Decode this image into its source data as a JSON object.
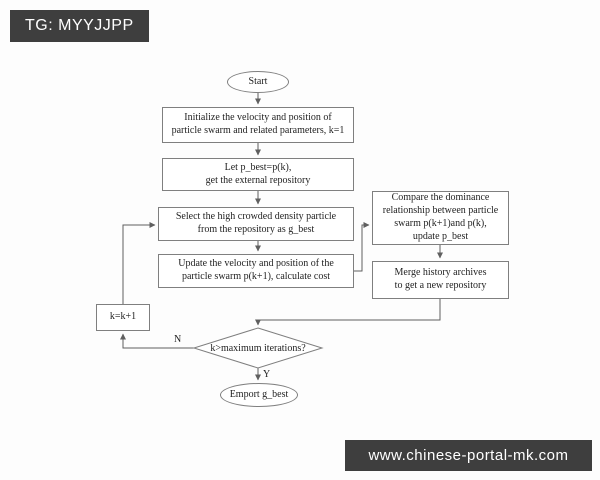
{
  "badges": {
    "telegram": "TG: MYYJJPP",
    "watermark": "www.chinese-portal-mk.com"
  },
  "flowchart": {
    "nodes": {
      "start": "Start",
      "initialize": [
        "Initialize the velocity and position of",
        "particle swarm and related parameters, k=1"
      ],
      "let_pbest": [
        "Let p_best=p(k),",
        "get the external repository"
      ],
      "select_gbest": [
        "Select the high crowded density particle",
        "from the repository as g_best"
      ],
      "update_velocity": [
        "Update the velocity and position of the",
        "particle swarm p(k+1), calculate cost"
      ],
      "compare_dominance": [
        "Compare the dominance",
        "relationship between particle",
        "swarm p(k+1)and p(k),",
        "update p_best"
      ],
      "merge_archives": [
        "Merge history archives",
        "to get a new repository"
      ],
      "increment": "k=k+1",
      "decision": "k>maximum iterations?",
      "export": "Emport g_best"
    },
    "edge_labels": {
      "no": "N",
      "yes": "Y"
    }
  },
  "colors": {
    "badge_background": "#3e3e3e",
    "badge_text": "#ffffff",
    "node_border": "#7f7f7f",
    "connector": "#5f5f5f",
    "node_text": "#1f1f1f",
    "background": "#fdfdfd"
  }
}
